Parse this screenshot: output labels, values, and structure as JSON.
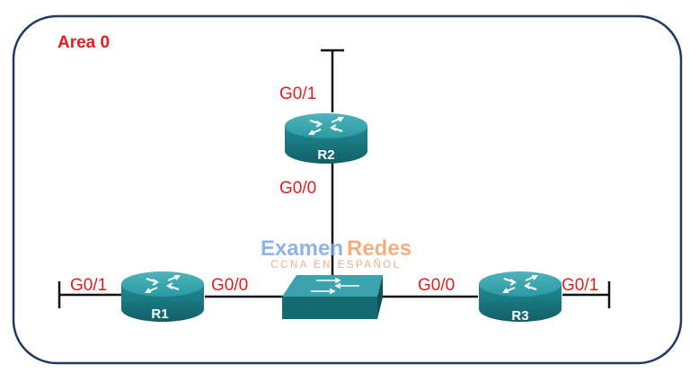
{
  "area_label": "Area 0",
  "routers": [
    {
      "name": "R1"
    },
    {
      "name": "R2"
    },
    {
      "name": "R3"
    }
  ],
  "interfaces": {
    "r1_g01": "G0/1",
    "r1_g00": "G0/0",
    "r2_g01": "G0/1",
    "r2_g00": "G0/0",
    "r3_g00": "G0/0",
    "r3_g01": "G0/1"
  },
  "watermark": {
    "word1": "Examen",
    "word2": "Redes",
    "tagline": "CCNA EN ESPAÑOL"
  },
  "colors": {
    "border": "#223a5e",
    "label_red": "#e02020",
    "device_teal": "#1d8a92",
    "device_teal_dark": "#146a70",
    "watermark_blue": "#7aa8e0",
    "watermark_orange": "#f0a36a"
  }
}
